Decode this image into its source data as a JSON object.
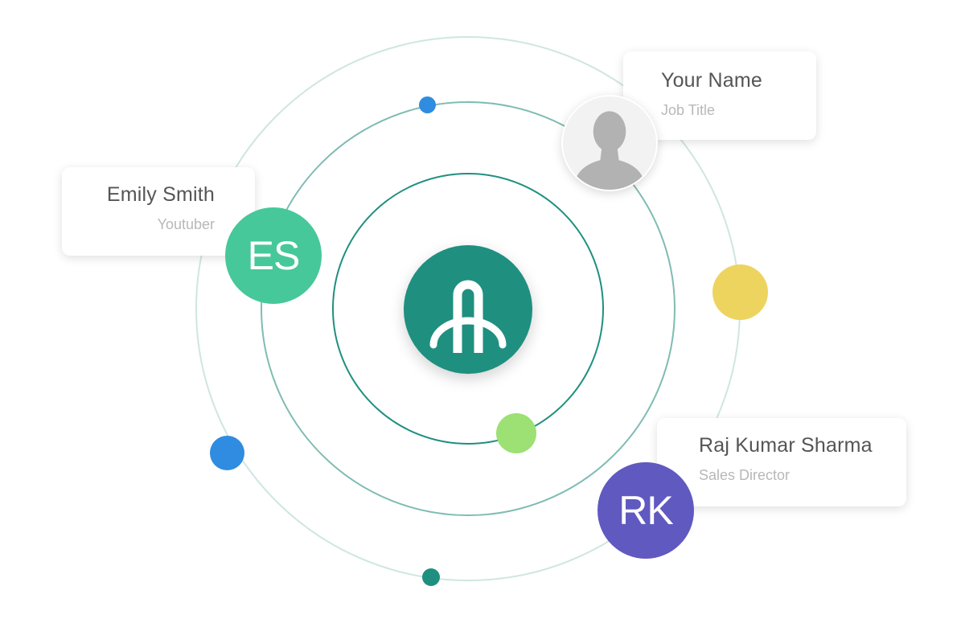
{
  "colors": {
    "brand_teal": "#1f8f80",
    "es_avatar": "#46c89a",
    "rk_avatar": "#6059c0",
    "dot_blue": "#2f8ce0",
    "dot_yellow": "#edd45e",
    "dot_green": "#9de073",
    "orbit_inner": "#1f8f80",
    "orbit_middle": "#7fbcb3",
    "orbit_outer": "#cfe6e1"
  },
  "center_logo": {
    "icon": "arch-logo-icon"
  },
  "profiles": {
    "you": {
      "name": "Your Name",
      "title": "Job Title",
      "avatar_icon": "person-silhouette-icon"
    },
    "emily": {
      "name": "Emily Smith",
      "title": "Youtuber",
      "initials": "ES"
    },
    "raj": {
      "name": "Raj Kumar Sharma",
      "title": "Sales Director",
      "initials": "RK"
    }
  }
}
